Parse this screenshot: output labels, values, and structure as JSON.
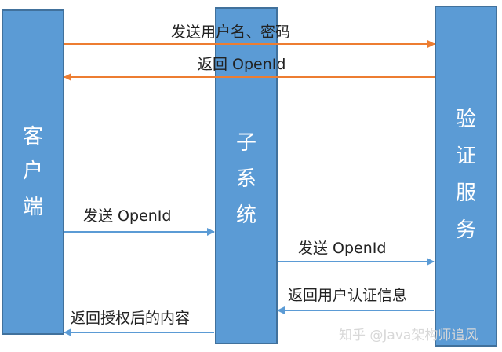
{
  "participants": {
    "client": [
      "客",
      "户",
      "端"
    ],
    "subsystem": [
      "子",
      "系",
      "统"
    ],
    "auth_service": [
      "验",
      "证",
      "服",
      "务"
    ]
  },
  "messages": [
    {
      "label": "发送用户名、密码",
      "from": "client",
      "to": "auth_service",
      "color": "#ed7d31"
    },
    {
      "label": "返回 OpenId",
      "from": "auth_service",
      "to": "client",
      "color": "#ed7d31"
    },
    {
      "label": "发送 OpenId",
      "from": "client",
      "to": "subsystem",
      "color": "#5b9bd5"
    },
    {
      "label": "发送 OpenId",
      "from": "subsystem",
      "to": "auth_service",
      "color": "#5b9bd5"
    },
    {
      "label": "返回用户认证信息",
      "from": "auth_service",
      "to": "subsystem",
      "color": "#5b9bd5"
    },
    {
      "label": "返回授权后的内容",
      "from": "subsystem",
      "to": "client",
      "color": "#5b9bd5"
    }
  ],
  "watermark": "知乎 @Java架构师追风",
  "colors": {
    "bar": "#5b9bd5",
    "orange": "#ed7d31",
    "blue": "#5b9bd5"
  }
}
